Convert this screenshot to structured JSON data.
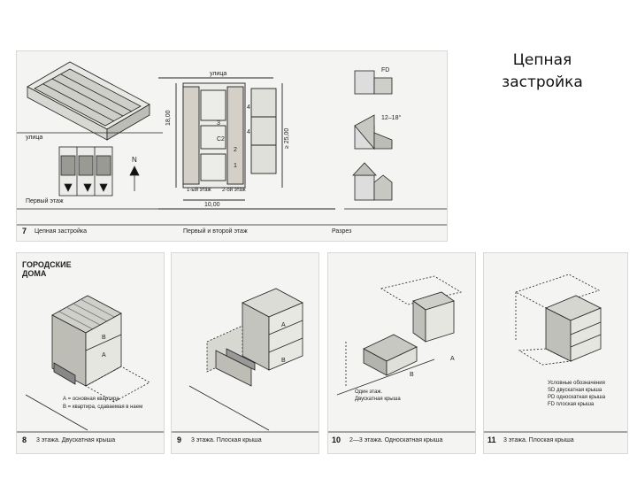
{
  "title_line1": "Цепная",
  "title_line2": "застройка",
  "figure7": {
    "number": "7",
    "caption": "Цепная застройка",
    "street_top": "улица",
    "street_left": "улица",
    "north": "N",
    "first_floor": "Первый этаж",
    "plan_caption": "Первый и второй этаж",
    "section_caption": "Разрез",
    "floor1": "1-ый этаж",
    "floor2": "2-ой этаж",
    "dim_width": "10,00",
    "dim_height": "18,00",
    "dim_depth": "≥ 25,00",
    "roof_fd": "FD",
    "roof_angle": "12–18°",
    "room_4a": "4",
    "room_4b": "4",
    "room_3": "3",
    "room_2": "2",
    "room_1": "1",
    "room_c2": "C2"
  },
  "figure8": {
    "number": "8",
    "heading_line1": "ГОРОДСКИЕ",
    "heading_line2": "ДОМА",
    "label_a": "A",
    "label_b": "B",
    "legend_a": "А = основная квартира",
    "legend_b": "В = квартира, сдаваемая в наем",
    "caption": "3 этажа. Двускатная крыша"
  },
  "figure9": {
    "number": "9",
    "label_a": "A",
    "label_b": "B",
    "caption": "3 этажа. Плоская крыша"
  },
  "figure10": {
    "number": "10",
    "label_a": "A",
    "label_b": "B",
    "note_line1": "Один этаж.",
    "note_line2": "Двускатная крыша",
    "caption": "2—3 этажа. Односкатная крыша"
  },
  "figure11": {
    "number": "11",
    "legend_title": "Условные обозначения",
    "legend_sd": "SD двускатная крыша",
    "legend_pd": "PD односкатная крыша",
    "legend_fd": "FD плоская крыша",
    "caption": "3 этажа. Плоская крыша"
  }
}
